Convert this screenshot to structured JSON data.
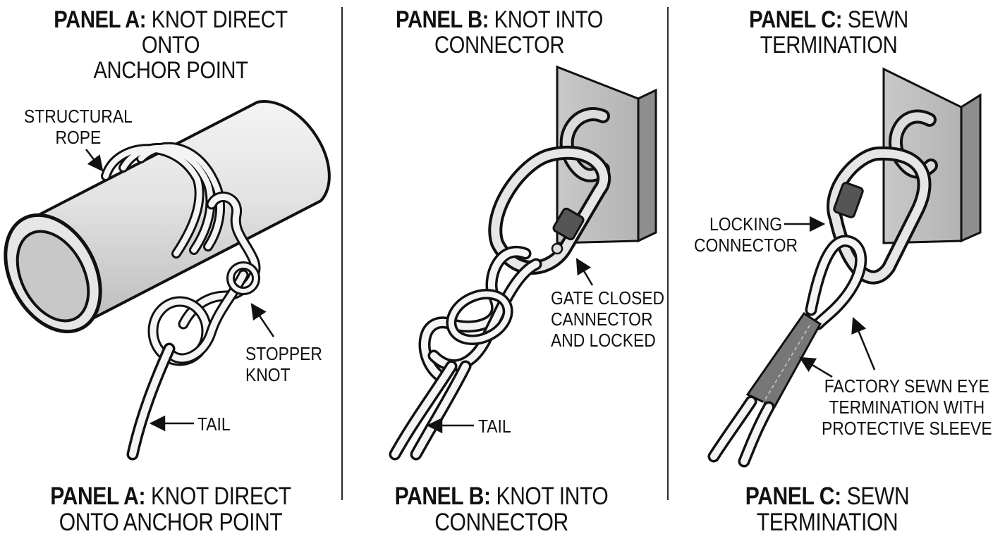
{
  "panels": [
    {
      "id": "a",
      "title_bold": "PANEL A:",
      "title_line1_rest": " KNOT DIRECT ONTO",
      "title_line2": "ANCHOR POINT",
      "bottom_title_bold": "PANEL A:",
      "bottom_title_line1_rest": " KNOT DIRECT",
      "bottom_title_line2": "ONTO ANCHOR POINT",
      "labels": {
        "structural_rope_1": "STRUCTURAL",
        "structural_rope_2": "ROPE",
        "stopper_knot_1": "STOPPER",
        "stopper_knot_2": "KNOT",
        "tail": "TAIL"
      }
    },
    {
      "id": "b",
      "title_bold": "PANEL B:",
      "title_line1_rest": " KNOT INTO",
      "title_line2": "CONNECTOR",
      "bottom_title_bold": "PANEL B:",
      "bottom_title_line1_rest": " KNOT INTO",
      "bottom_title_line2": "CONNECTOR",
      "labels": {
        "gate_1": "GATE CLOSED",
        "gate_2": "CANNECTOR",
        "gate_3": "AND LOCKED",
        "tail": "TAIL"
      }
    },
    {
      "id": "c",
      "title_bold": "PANEL C:",
      "title_line1_rest": " SEWN",
      "title_line2": "TERMINATION",
      "bottom_title_bold": "PANEL C:",
      "bottom_title_line1_rest": " SEWN",
      "bottom_title_line2": "TERMINATION",
      "labels": {
        "locking_1": "LOCKING",
        "locking_2": "CONNECTOR",
        "sewn_1": "FACTORY SEWN EYE",
        "sewn_2": "TERMINATION WITH",
        "sewn_3": "PROTECTIVE SLEEVE"
      }
    }
  ]
}
